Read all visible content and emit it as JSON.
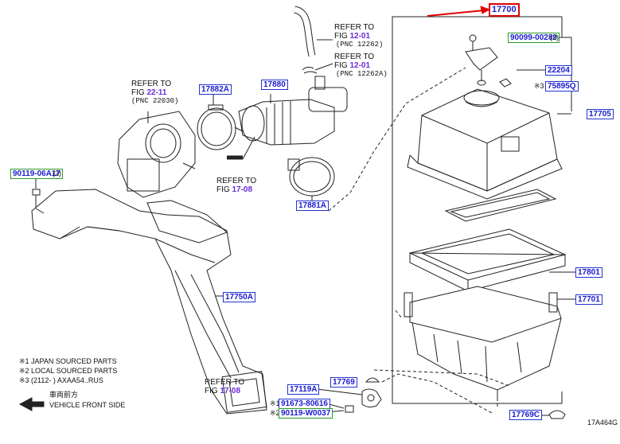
{
  "parts": {
    "p17700": "17700",
    "p90099": "90099-00289",
    "p90099_qty": "(2)",
    "p22204": "22204",
    "p75895": "75895Q",
    "p75895_mark": "※3",
    "p17705": "17705",
    "p17801": "17801",
    "p17701": "17701",
    "p17769": "17769",
    "p17769C": "17769C",
    "p17119A": "17119A",
    "p91673": "91673-80616",
    "p91673_mark": "※1",
    "p90119w": "90119-W0037",
    "p90119w_mark": "※2",
    "p17882A": "17882A",
    "p17880": "17880",
    "p17881A": "17881A",
    "p90119a": "90119-06A17",
    "p90119a_qty": "(2)",
    "p17750A": "17750A"
  },
  "refs": {
    "r1": {
      "line1": "REFER TO",
      "fig_prefix": "FIG ",
      "fig": "12-01",
      "pnc": "(PNC  12262)"
    },
    "r2": {
      "line1": "REFER TO",
      "fig_prefix": "FIG ",
      "fig": "12-01",
      "pnc": "(PNC  12262A)"
    },
    "r3": {
      "line1": "REFER TO",
      "fig_prefix": "FIG ",
      "fig": "22-11",
      "pnc": "(PNC  22030)"
    },
    "r4": {
      "line1": "REFER TO",
      "fig_prefix": "FIG ",
      "fig": "17-08"
    },
    "r5": {
      "line1": "REFER TO",
      "fig_prefix": "FIG ",
      "fig": "17-08"
    }
  },
  "notes": {
    "n1": "※1 JAPAN SOURCED PARTS",
    "n2": "※2 LOCAL SOURCED PARTS",
    "n3": "※3 (2112-       ) AXAA54..RUS",
    "front_jp": "車両前方",
    "front_en": "VEHICLE FRONT SIDE"
  },
  "figure_code": "17A464G",
  "colors": {
    "part_border": "#2233cc",
    "part_text": "#1a1ad0",
    "highlight": "#e00000",
    "ref_fig": "#6a2bd9",
    "local_border": "#2a9a2a"
  }
}
